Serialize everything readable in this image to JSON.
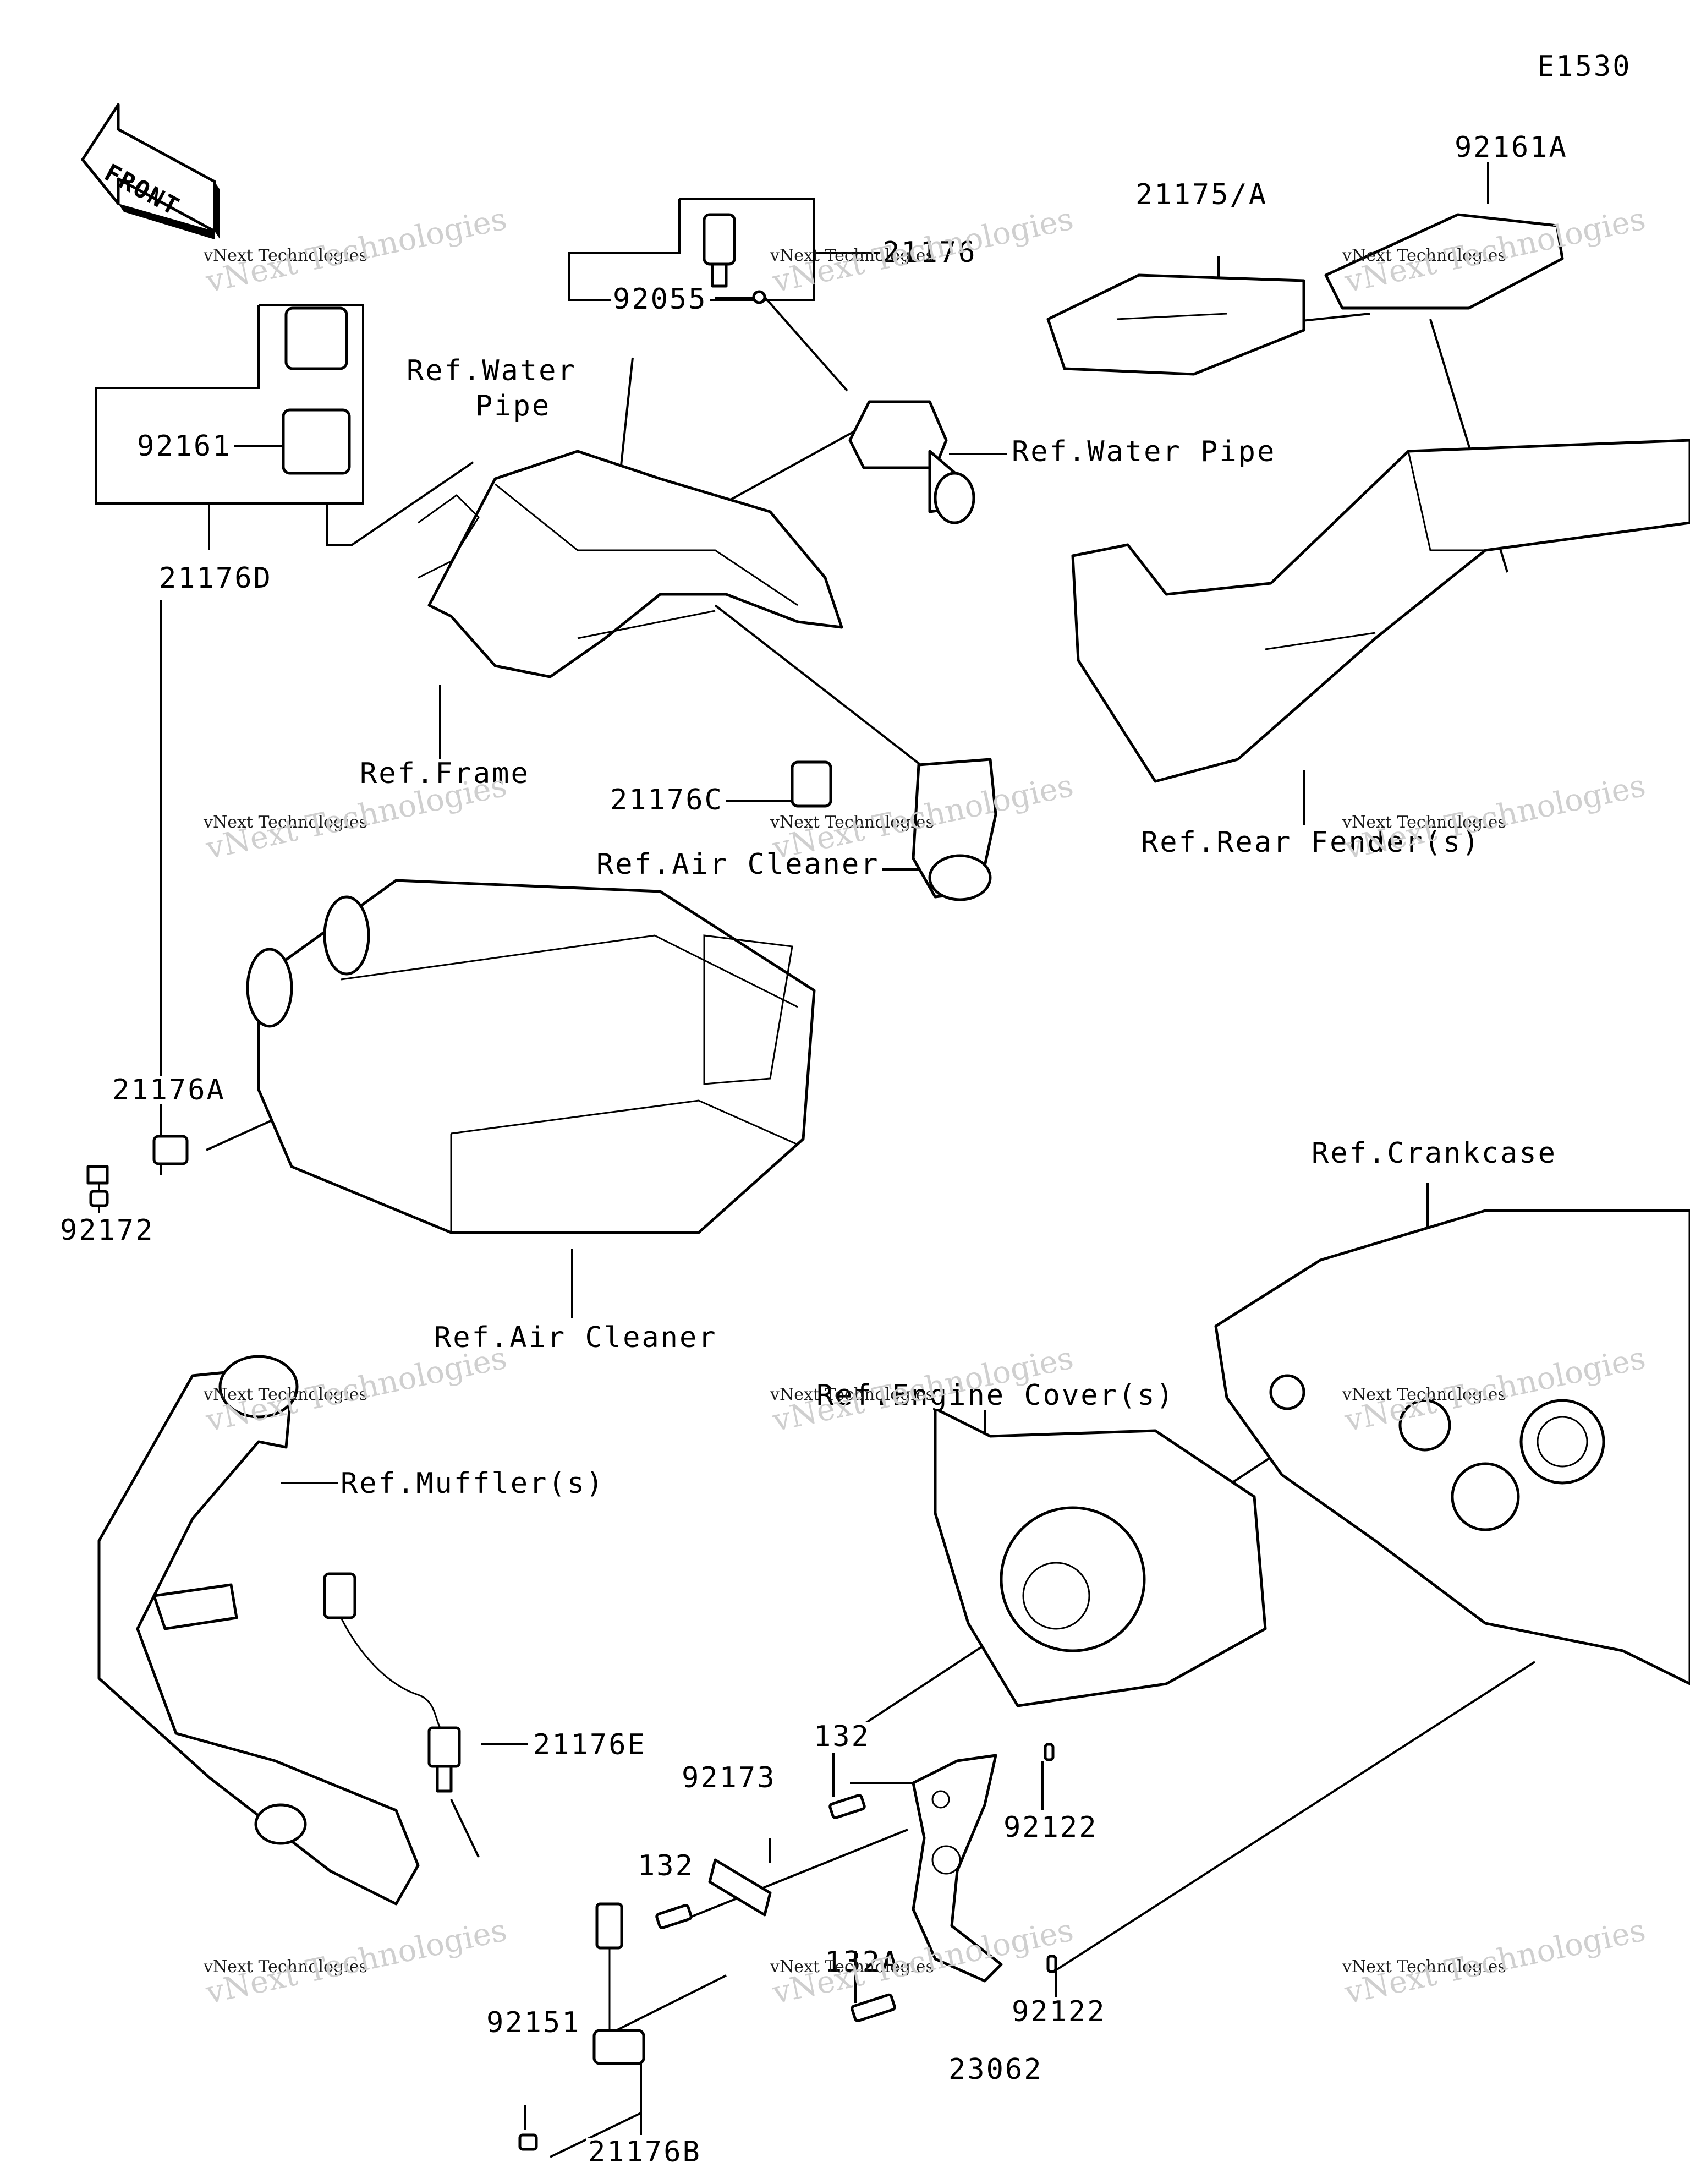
{
  "sheet_code": "E1530",
  "front_arrow": {
    "label": "FRONT"
  },
  "labels": {
    "p21176": "21176",
    "p92055": "92055",
    "p21175A": "21175/A",
    "p92161A": "92161A",
    "p92161": "92161",
    "p21176D": "21176D",
    "ref_water_pipe_a": "Ref.Water",
    "ref_water_pipe_b": "Pipe",
    "ref_water_pipe_2": "Ref.Water Pipe",
    "ref_frame": "Ref.Frame",
    "p21176C": "21176C",
    "ref_air_cleaner_1": "Ref.Air Cleaner",
    "ref_rear_fender": "Ref.Rear Fender(s)",
    "p21176A": "21176A",
    "p92172": "92172",
    "ref_air_cleaner_2": "Ref.Air Cleaner",
    "ref_crankcase": "Ref.Crankcase",
    "ref_engine_cover": "Ref.Engine Cover(s)",
    "ref_muffler": "Ref.Muffler(s)",
    "p21176E": "21176E",
    "p132_top": "132",
    "p92173": "92173",
    "p92122_top": "92122",
    "p132_mid": "132",
    "p132A": "132A",
    "p92122_bottom": "92122",
    "p92151": "92151",
    "p23062": "23062",
    "p21176B": "21176B"
  },
  "watermark": {
    "line1": "vNext Technologies",
    "line2": "vNext Technologies"
  },
  "icons": [
    "front-arrow-icon"
  ],
  "colors": {
    "ink": "#000000",
    "paper": "#ffffff",
    "watermark": "#c9c9c9"
  }
}
